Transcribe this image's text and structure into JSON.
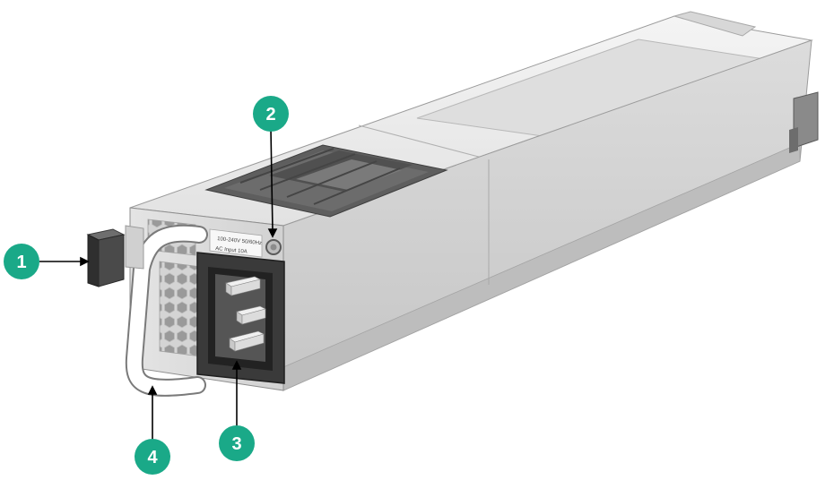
{
  "colors": {
    "callout_fill": "#1aa988",
    "callout_text": "#ffffff",
    "leader_line": "#000000"
  },
  "label_plate": {
    "line1": "100-240V 50/60Hz",
    "line2": "AC Input 10A"
  },
  "callouts": [
    {
      "number": "1",
      "target": "latch"
    },
    {
      "number": "2",
      "target": "status-led"
    },
    {
      "number": "3",
      "target": "ac-power-inlet"
    },
    {
      "number": "4",
      "target": "handle"
    }
  ]
}
